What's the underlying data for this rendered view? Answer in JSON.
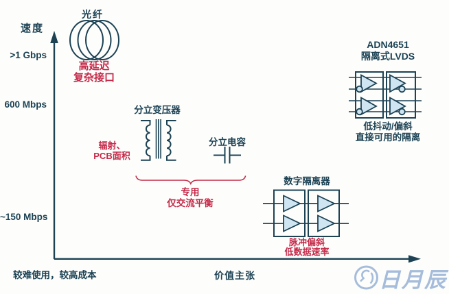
{
  "colors": {
    "navy": "#1c4254",
    "red": "#c42948",
    "buffer_fill": "#cfe5f2",
    "watermark_blue": "#9cb6d8",
    "background": "#fdfdfb"
  },
  "y_axis": {
    "title": "速度",
    "tick_top": ">1 Gbps",
    "tick_mid": "600 Mbps",
    "tick_bottom": "~150 Mbps"
  },
  "x_axis": {
    "left_note": "较难使用，较高成本",
    "label": "价值主张"
  },
  "nodes": {
    "fiber": {
      "title": "光纤",
      "caption1": "高延迟",
      "caption2": "复杂接口",
      "symbol": "fiber-coil"
    },
    "transformer": {
      "title": "分立变压器",
      "caption1": "辐射、",
      "caption2": "PCB面积",
      "symbol": "transformer"
    },
    "capacitor": {
      "title": "分立电容",
      "symbol": "capacitor"
    },
    "transformer_capacitor_group": {
      "caption1": "专用",
      "caption2": "仅交流平衡"
    },
    "digital_isolator": {
      "title": "数字隔离器",
      "caption1": "脉冲偏斜",
      "caption2": "低数据速率",
      "symbol": "dual-channel-isolator"
    },
    "adn4651": {
      "title1": "ADN4651",
      "title2": "隔离式LVDS",
      "caption1": "低抖动/偏斜",
      "caption2": "直接可用的隔离",
      "symbol": "isolated-lvds-buffers"
    }
  },
  "watermark": {
    "text": "日月辰"
  }
}
